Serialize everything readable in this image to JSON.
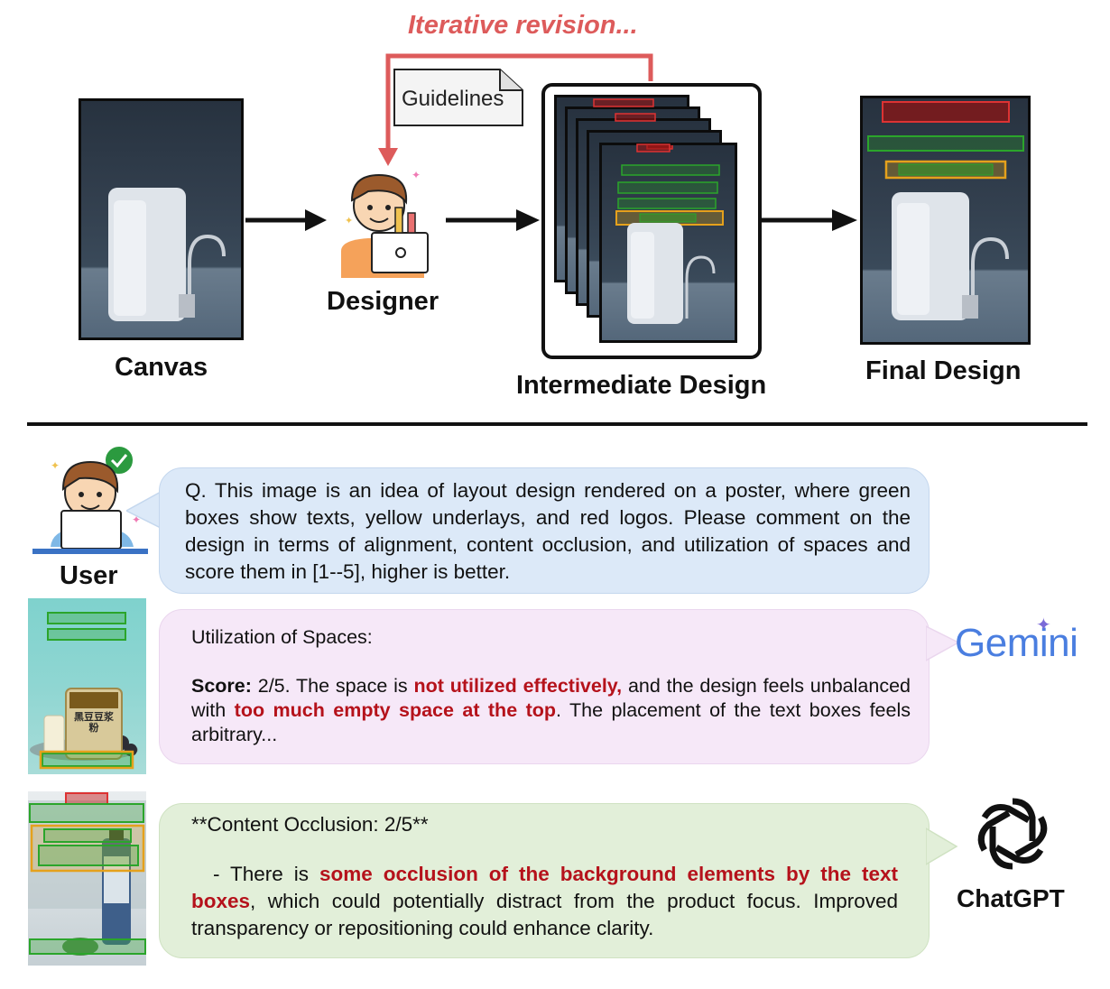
{
  "top": {
    "iterative": "Iterative revision...",
    "guidelines": "Guidelines",
    "designer": "Designer",
    "canvas": "Canvas",
    "intermediate": "Intermediate Design",
    "final": "Final Design"
  },
  "bottom": {
    "user": "User",
    "question": "Q. This image is an idea of layout design rendered on a poster, where green boxes show texts, yellow underlays, and red logos. Please comment on the design in terms of alignment, content occlusion, and utilization of spaces and score them in [1--5], higher is better.",
    "gemini": {
      "name": "Gemini",
      "heading": "Utilization of Spaces:",
      "score_label": "Score:",
      "t1": " 2/5. The space is ",
      "h1": "not utilized effectively,",
      "t2": " and the design feels unbalanced with ",
      "h2": "too much empty space at the top",
      "t3": ". The placement of the text boxes feels arbitrary..."
    },
    "chatgpt": {
      "name": "ChatGPT",
      "heading": "**Content Occlusion: 2/5**",
      "t1": "  - There is ",
      "h1": "some occlusion of the background elements by the text boxes",
      "t2": ", which could potentially distract from the product focus. Improved transparency or repositioning could enhance clarity."
    },
    "poster2_text": "黑豆豆浆粉"
  },
  "colors": {
    "arrow_red": "#dd5b5b",
    "text_red": "#b5121b",
    "bubble_blue": "#dce9f8",
    "bubble_pink": "#f6e8f8",
    "bubble_green": "#e2efd9"
  }
}
